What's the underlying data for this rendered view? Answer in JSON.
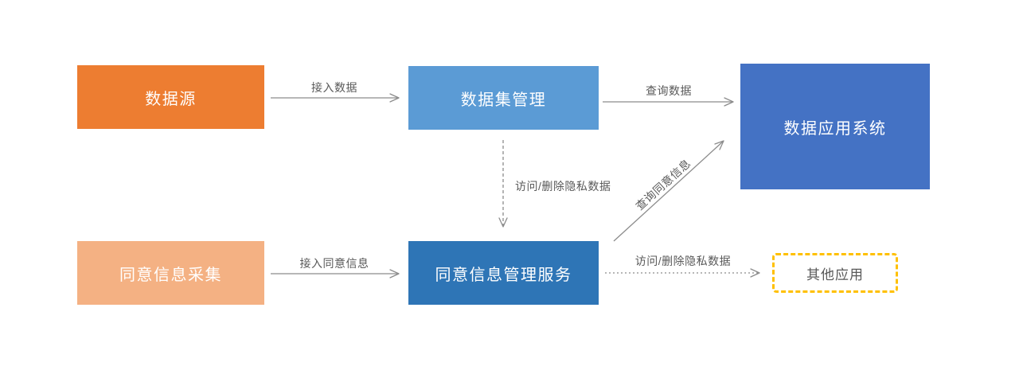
{
  "diagram": {
    "nodes": [
      {
        "id": "data-source",
        "label": "数据源",
        "color": "#ED7D31",
        "text_color": "#FFFFFF",
        "shape": "solid-rect"
      },
      {
        "id": "dataset-management",
        "label": "数据集管理",
        "color": "#5B9BD5",
        "text_color": "#FFFFFF",
        "shape": "solid-rect"
      },
      {
        "id": "data-application-system",
        "label": "数据应用系统",
        "color": "#4472C4",
        "text_color": "#FFFFFF",
        "shape": "solid-rect"
      },
      {
        "id": "consent-collection",
        "label": "同意信息采集",
        "color": "#F4B183",
        "text_color": "#FFFFFF",
        "shape": "solid-rect"
      },
      {
        "id": "consent-management-service",
        "label": "同意信息管理服务",
        "color": "#2E75B6",
        "text_color": "#FFFFFF",
        "shape": "solid-rect"
      },
      {
        "id": "other-apps",
        "label": "其他应用",
        "color": "#FFFFFF",
        "text_color": "#595959",
        "border_color": "#FFC000",
        "shape": "dashed-rounded-rect"
      }
    ],
    "edges": [
      {
        "from": "data-source",
        "to": "dataset-management",
        "label": "接入数据",
        "style": "solid"
      },
      {
        "from": "dataset-management",
        "to": "data-application-system",
        "label": "查询数据",
        "style": "solid"
      },
      {
        "from": "dataset-management",
        "to": "consent-management-service",
        "label": "访问/删除隐私数据",
        "style": "dashed"
      },
      {
        "from": "consent-management-service",
        "to": "data-application-system",
        "label": "查询同意信息",
        "style": "solid"
      },
      {
        "from": "consent-collection",
        "to": "consent-management-service",
        "label": "接入同意信息",
        "style": "solid"
      },
      {
        "from": "consent-management-service",
        "to": "other-apps",
        "label": "访问/删除隐私数据",
        "style": "dashed"
      }
    ],
    "colors": {
      "arrow": "#8C8C8C",
      "edge_label": "#595959"
    }
  }
}
